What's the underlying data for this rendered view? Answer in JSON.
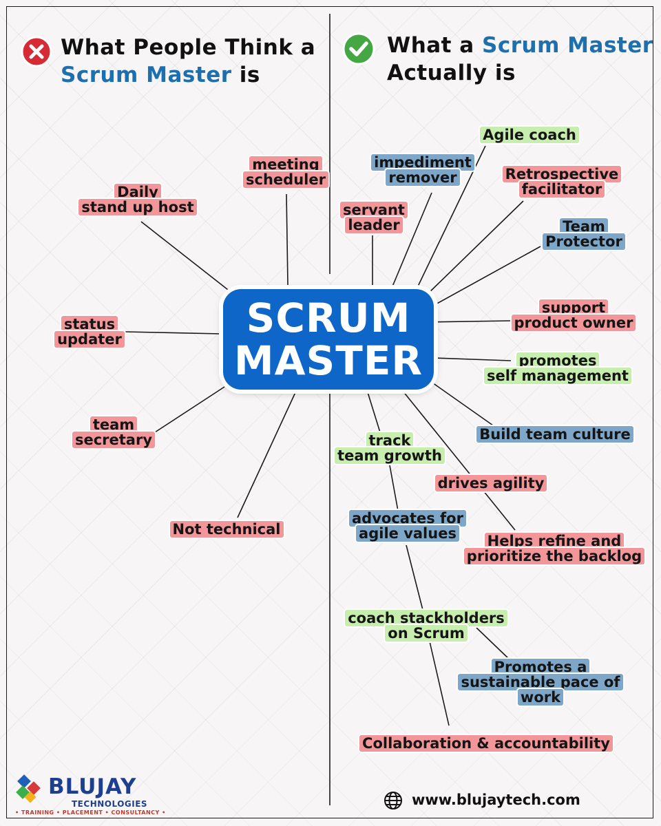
{
  "left_title": {
    "line1": "What People Think a",
    "highlight": "Scrum Master",
    "suffix": " is"
  },
  "right_title": {
    "prefix": "What a ",
    "highlight": "Scrum Master",
    "line2": "Actually is"
  },
  "center": {
    "line1": "SCRUM",
    "line2": "MASTER"
  },
  "left_labels": [
    {
      "text": "meeting\nscheduler",
      "color": "pink"
    },
    {
      "text": "Daily\nstand up host",
      "color": "pink"
    },
    {
      "text": "status\nupdater",
      "color": "pink"
    },
    {
      "text": "team\nsecretary",
      "color": "pink"
    },
    {
      "text": "Not technical",
      "color": "pink"
    }
  ],
  "right_labels": [
    {
      "text": "Agile coach",
      "color": "green"
    },
    {
      "text": "impediment\nremover",
      "color": "blue"
    },
    {
      "text": "Retrospective\nfacilitator",
      "color": "pink"
    },
    {
      "text": "servant\nleader",
      "color": "pink"
    },
    {
      "text": "Team\nProtector",
      "color": "blue"
    },
    {
      "text": "support\nproduct owner",
      "color": "pink"
    },
    {
      "text": "promotes\nself management",
      "color": "green"
    },
    {
      "text": "Build  team culture",
      "color": "blue"
    },
    {
      "text": "track\nteam growth",
      "color": "green"
    },
    {
      "text": "drives agility",
      "color": "pink"
    },
    {
      "text": "advocates for\nagile values",
      "color": "blue"
    },
    {
      "text": "Helps refine and\nprioritize the backlog",
      "color": "pink"
    },
    {
      "text": "coach stackholders\non Scrum",
      "color": "green"
    },
    {
      "text": "Promotes a\nsustainable pace of\nwork",
      "color": "blue"
    },
    {
      "text": "Collaboration & accountability",
      "color": "pink"
    }
  ],
  "footer": {
    "logo_name": "BLUJAY",
    "logo_sub": "TECHNOLOGIES",
    "logo_tag": "• TRAINING • PLACEMENT • CONSULTANCY •",
    "website": "www.blujaytech.com"
  },
  "colors": {
    "pink": "#f2969a",
    "blue": "#7ea6c9",
    "green": "#c7eeae",
    "center": "#0f66c9",
    "highlight": "#1e6fae"
  }
}
